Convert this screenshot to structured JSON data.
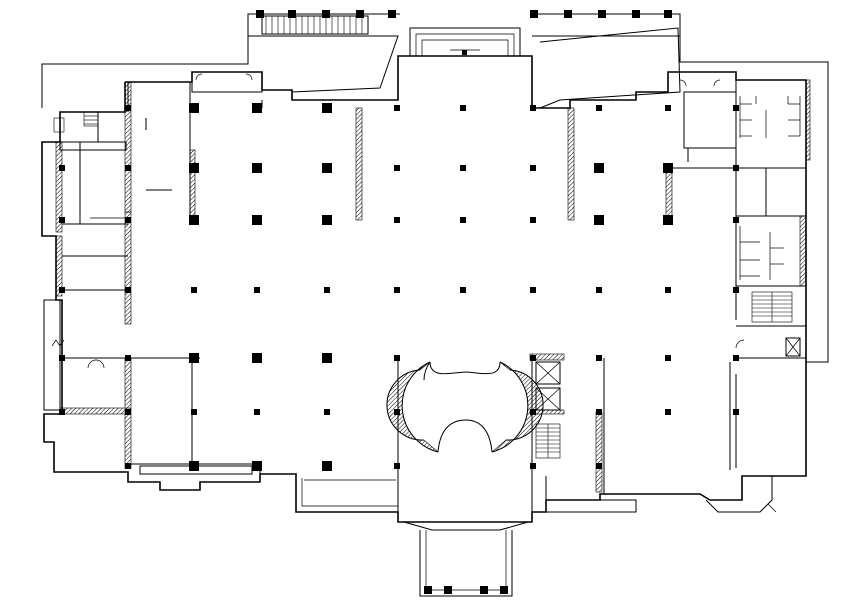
{
  "diagram": {
    "type": "architectural-floor-plan",
    "colors": {
      "line": "#000000",
      "background": "#ffffff"
    },
    "grid": {
      "columns_x": [
        62,
        128,
        194,
        257,
        327,
        397,
        463,
        533,
        599,
        668,
        736
      ],
      "rows_y": [
        108,
        168,
        220,
        290,
        358,
        412,
        466
      ]
    },
    "features": {
      "spiral_stairs": 2,
      "straight_stairs": 3,
      "elevators": 4,
      "restroom_blocks": 2,
      "entrance_canopy": 1
    }
  }
}
